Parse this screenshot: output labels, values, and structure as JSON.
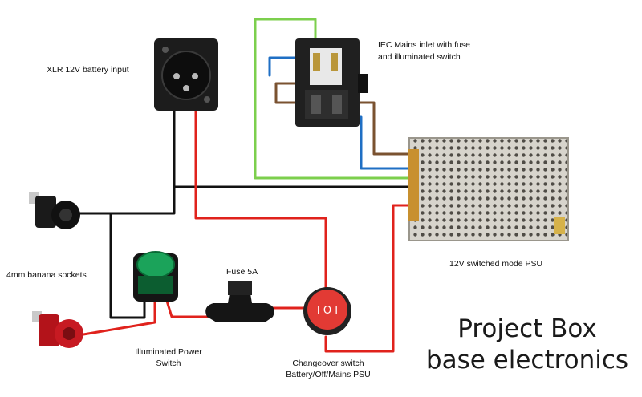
{
  "labels": {
    "xlr": "XLR 12V battery input",
    "iec_line1": "IEC Mains inlet with fuse",
    "iec_line2": "and illuminated switch",
    "banana": "4mm banana sockets",
    "psu": "12V switched mode PSU",
    "fuse": "Fuse 5A",
    "power_switch_line1": "Illuminated Power",
    "power_switch_line2": "Switch",
    "changeover_line1": "Changeover switch",
    "changeover_line2": "Battery/Off/Mains PSU"
  },
  "title": {
    "line1": "Project Box",
    "line2": "base electronics"
  },
  "colors": {
    "wire_black": "#111111",
    "wire_red": "#e0221c",
    "wire_blue": "#1f6fc4",
    "wire_brown": "#7a5230",
    "wire_green": "#7ccf4d"
  }
}
